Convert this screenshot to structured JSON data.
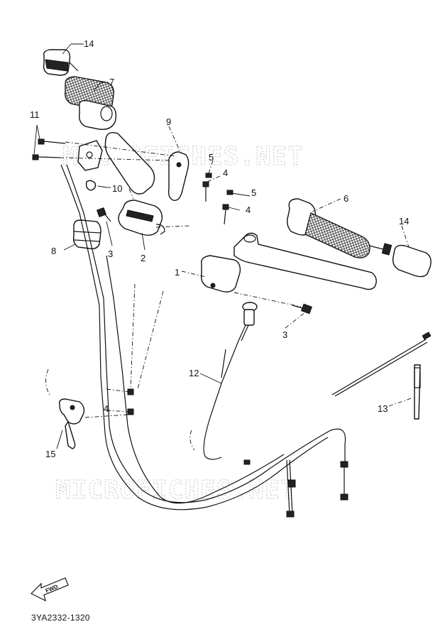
{
  "callouts": {
    "c1": "1",
    "c2": "2",
    "c3a": "3",
    "c3b": "3",
    "c4a": "4",
    "c4b": "4",
    "c4c": "4",
    "c5a": "5",
    "c5b": "5",
    "c6": "6",
    "c7": "7",
    "c8": "8",
    "c9": "9",
    "c10": "10",
    "c11": "11",
    "c12": "12",
    "c13": "13",
    "c14a": "14",
    "c14b": "14",
    "c15": "15"
  },
  "watermark": {
    "top": "MICROFICHES.NET",
    "bottom": "MICROFICHES.NET"
  },
  "fwd_label": "FWD",
  "part_code": "3YA2332-1320"
}
